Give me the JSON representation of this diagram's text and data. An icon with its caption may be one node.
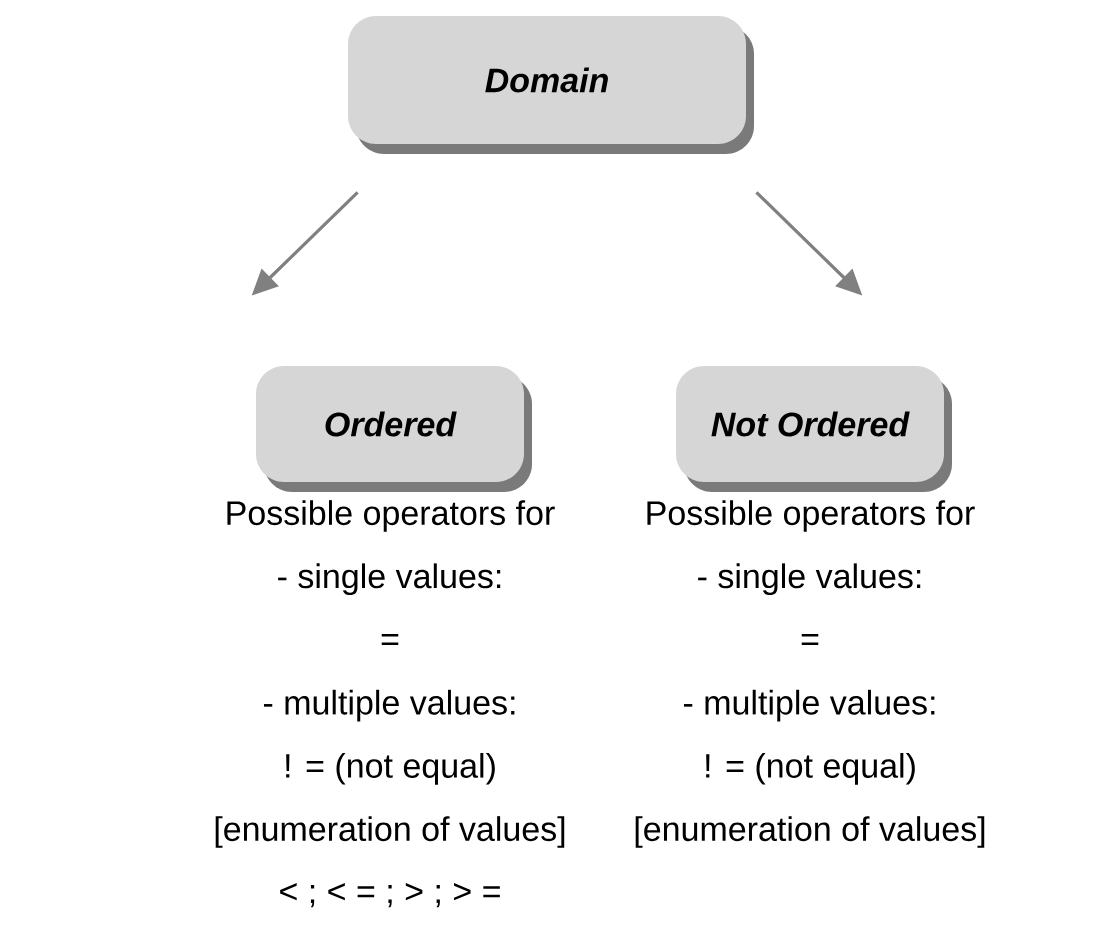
{
  "diagram": {
    "nodes": [
      {
        "text": [
          "Domain"
        ]
      },
      {
        "text": [
          "Ordered"
        ],
        "beside": [
          "Possible operators for",
          "- single values:",
          "=",
          "- multiple values:",
          "! = (not equal)",
          "[enumeration of values]",
          "< ; < = ; > ; > ="
        ]
      },
      {
        "text": [
          "Not Ordered"
        ],
        "beside": [
          "Possible operators for",
          "- single values:",
          "=",
          "- multiple values:",
          "! = (not equal)",
          "[enumeration of values]"
        ]
      }
    ],
    "edges": [
      {
        "from": 0,
        "to": 1,
        "arrow": "to"
      },
      {
        "from": 0,
        "to": 2,
        "arrow": "to"
      }
    ]
  }
}
